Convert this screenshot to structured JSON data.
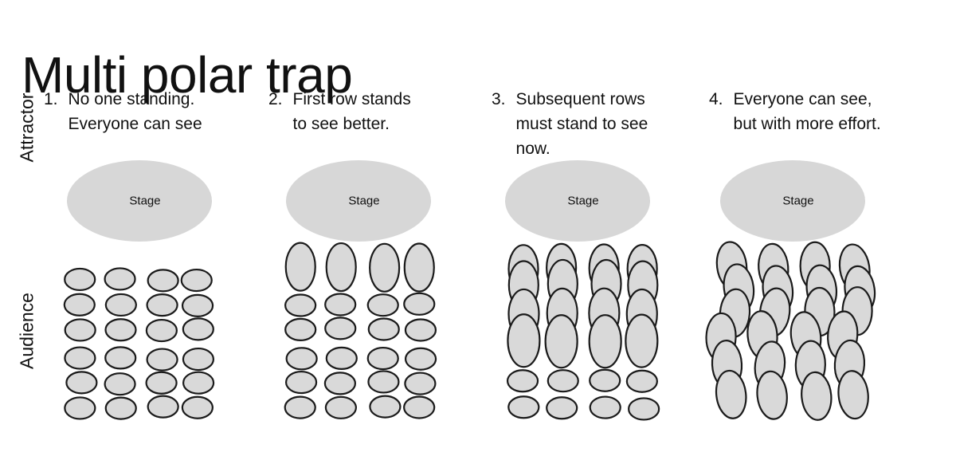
{
  "title": "Multi polar trap",
  "side_labels": {
    "attractor": "Attractor",
    "audience": "Audience"
  },
  "stage_label": "Stage",
  "colors": {
    "background": "#ffffff",
    "person_fill": "#d9d9d9",
    "stage_fill": "#d7d7d7",
    "stroke": "#1a1a1a",
    "text": "#111111"
  },
  "audience_columns": 4,
  "panels": [
    {
      "number": "1.",
      "caption": "No one standing.\nEveryone can see",
      "rows": [
        "sit",
        "sit",
        "sit",
        "sit",
        "sit",
        "sit"
      ],
      "arrangement": "orderly"
    },
    {
      "number": "2.",
      "caption": "First row stands\nto see better.",
      "rows": [
        "stand",
        "sit",
        "sit",
        "sit",
        "sit",
        "sit"
      ],
      "arrangement": "orderly"
    },
    {
      "number": "3.",
      "caption": "Subsequent rows\nmust stand to see\nnow.",
      "rows": [
        "stand",
        "stand",
        "stand",
        "stand",
        "sit",
        "sit"
      ],
      "arrangement": "crowded"
    },
    {
      "number": "4.",
      "caption": "Everyone can see,\nbut with more effort.",
      "rows": [
        "stand",
        "stand",
        "stand",
        "stand",
        "stand",
        "stand"
      ],
      "arrangement": "packed"
    }
  ]
}
